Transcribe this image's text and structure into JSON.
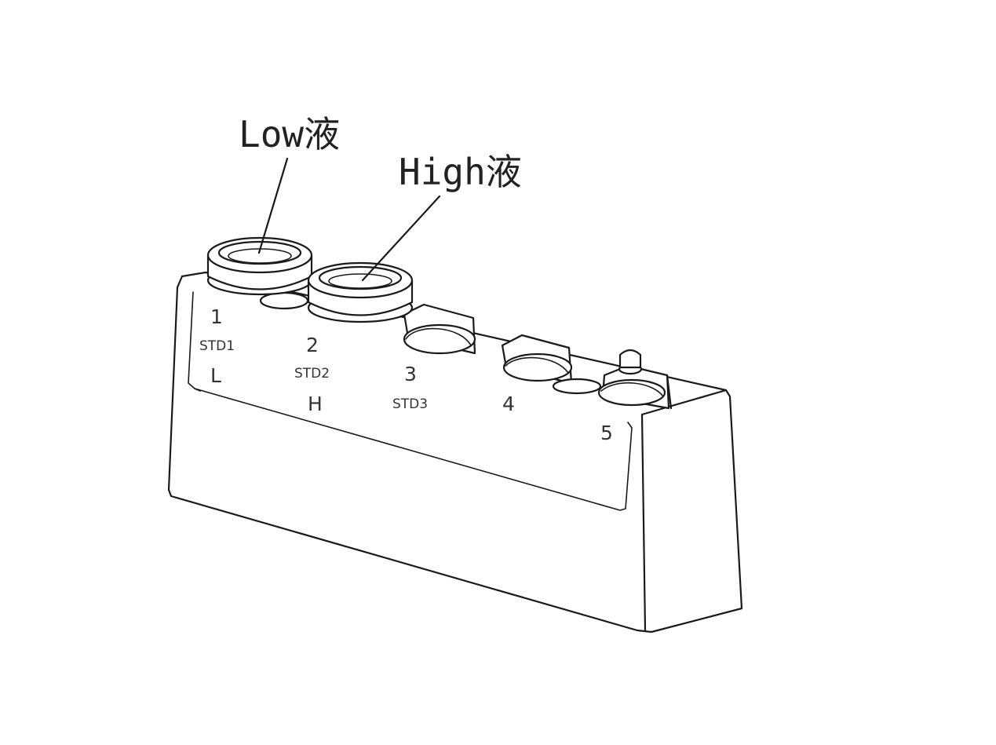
{
  "callouts": {
    "low": "Low液",
    "high": "High液"
  },
  "rack_labels": {
    "slot1_num": "1",
    "slot1_std": "STD1",
    "slot1_level": "L",
    "slot2_num": "2",
    "slot2_std": "STD2",
    "slot2_level": "H",
    "slot3_num": "3",
    "slot3_std": "STD3",
    "slot4_num": "4",
    "slot5_num": "5"
  },
  "colors": {
    "line": "#1a1a1a",
    "background": "#ffffff"
  }
}
